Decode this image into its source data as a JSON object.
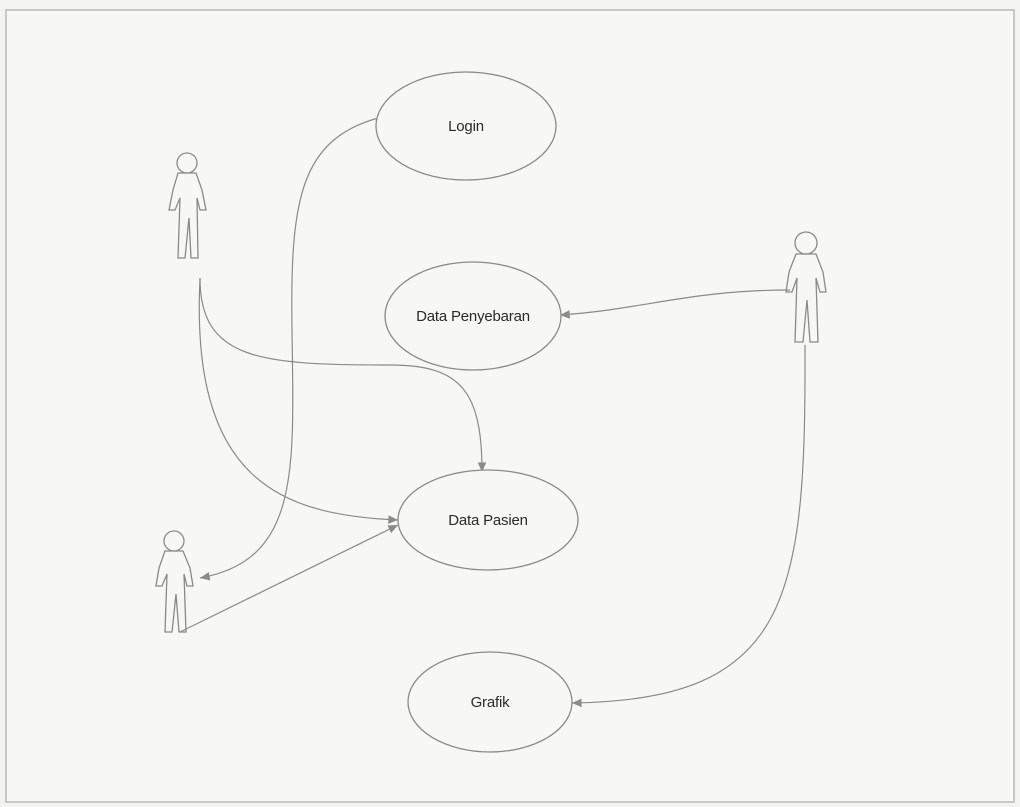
{
  "diagram": {
    "type": "use-case",
    "colors": {
      "background": "#f3f3f1",
      "frame": "#b9b9b6",
      "stroke": "#8a8a88",
      "text": "#2a2a2a"
    },
    "use_cases": [
      {
        "id": "login",
        "label": "Login"
      },
      {
        "id": "data-penyebaran",
        "label": "Data Penyebaran"
      },
      {
        "id": "data-pasien",
        "label": "Data Pasien"
      },
      {
        "id": "grafik",
        "label": "Grafik"
      }
    ],
    "actors": [
      {
        "id": "actor-top-left",
        "icon": "stick-figure-icon"
      },
      {
        "id": "actor-right",
        "icon": "stick-figure-icon"
      },
      {
        "id": "actor-bottom-left",
        "icon": "stick-figure-icon"
      }
    ],
    "associations": [
      {
        "from": "login",
        "to": "actor-bottom-left"
      },
      {
        "from": "actor-top-left",
        "to": "data-pasien"
      },
      {
        "from": "actor-top-left",
        "to": "data-pasien"
      },
      {
        "from": "actor-bottom-left",
        "to": "data-pasien"
      },
      {
        "from": "actor-right",
        "to": "data-penyebaran"
      },
      {
        "from": "actor-right",
        "to": "grafik"
      }
    ]
  }
}
